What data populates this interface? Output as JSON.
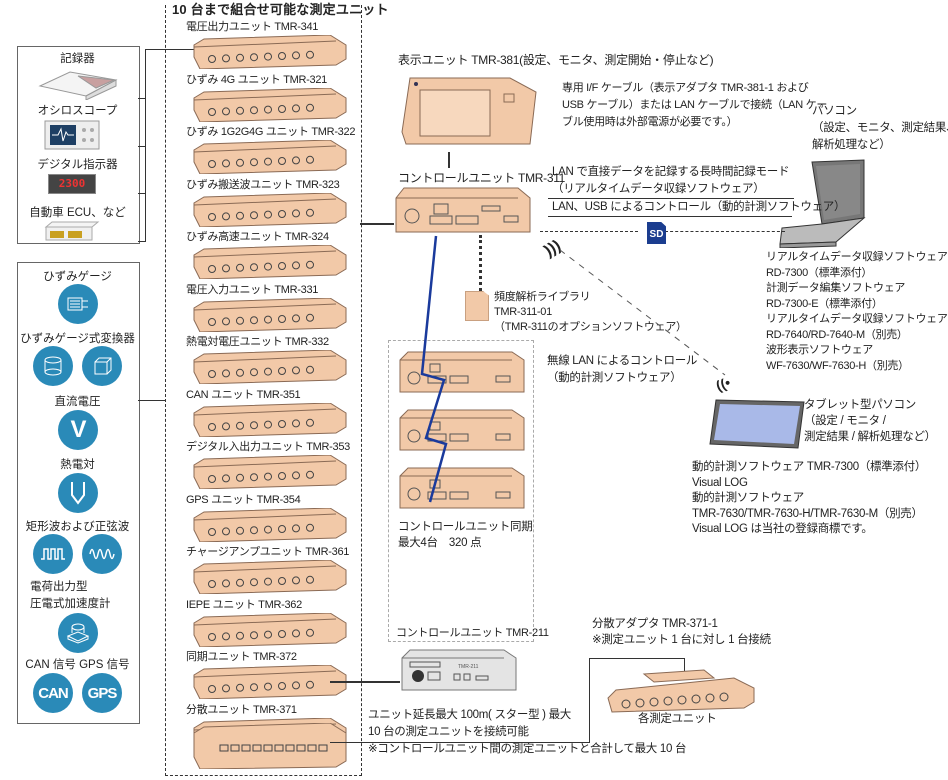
{
  "title": "10 台まで組合せ可能な測定ユニット",
  "outputs_box": {
    "items": [
      {
        "label": "記録器",
        "icon": "recorder-icon"
      },
      {
        "label": "オシロスコープ",
        "icon": "oscilloscope-icon"
      },
      {
        "label": "デジタル指示器",
        "icon": "digital-indicator-icon",
        "display": "2300"
      },
      {
        "label": "自動車 ECU、など",
        "icon": "ecu-icon"
      }
    ]
  },
  "inputs_box": {
    "items": [
      {
        "label": "ひずみゲージ",
        "icon": "strain-gauge-icon"
      },
      {
        "label": "ひずみゲージ式変換器",
        "icon": "strain-transducer-icon"
      },
      {
        "label": "直流電圧",
        "icon": "dc-voltage-icon",
        "glyph": "V"
      },
      {
        "label": "熱電対",
        "icon": "thermocouple-icon"
      },
      {
        "label": "矩形波および正弦波",
        "icon": "wave-icon"
      },
      {
        "label": "電荷出力型",
        "label2": "圧電式加速度計",
        "icon": "accelerometer-icon"
      },
      {
        "label": "CAN 信号  GPS 信号",
        "icon": "can-gps-icon",
        "can": "CAN",
        "gps": "GPS"
      }
    ]
  },
  "units": [
    "電圧出力ユニット TMR-341",
    "ひずみ 4G ユニット TMR-321",
    "ひずみ 1G2G4G ユニット TMR-322",
    "ひずみ搬送波ユニット TMR-323",
    "ひずみ高速ユニット TMR-324",
    "電圧入力ユニット TMR-331",
    "熱電対電圧ユニット TMR-332",
    "CAN ユニット TMR-351",
    "デジタル入出力ユニット TMR-353",
    "GPS ユニット TMR-354",
    "チャージアンプユニット TMR-361",
    "IEPE ユニット TMR-362",
    "同期ユニット TMR-372",
    "分散ユニット TMR-371"
  ],
  "display_unit": {
    "label": "表示ユニット TMR-381(設定、モニタ、測定開始・停止など)"
  },
  "cable_note": [
    "専用 I/F ケーブル（表示アダプタ TMR-381-1 および",
    "USB ケーブル）または LAN ケーブルで接続（LAN ケー",
    "ブル使用時は外部電源が必要です。）"
  ],
  "control_unit_311": {
    "label": "コントロールユニット TMR-311"
  },
  "pc": {
    "label": [
      "パソコン",
      "（設定、モニタ、測定結果、",
      "解析処理など）"
    ]
  },
  "lan_modes": {
    "line1": "LAN で直接データを記録する長時間記録モード",
    "line2": "（リアルタイムデータ収録ソフトウェア）",
    "line3": "LAN、USB によるコントロール（動的計測ソフトウェア）"
  },
  "sd_label": "SD",
  "pc_software": [
    "リアルタイムデータ収録ソフトウェア",
    "RD-7300（標準添付）",
    "計測データ編集ソフトウェア",
    "RD-7300-E（標準添付）",
    "リアルタイムデータ収録ソフトウェア",
    "RD-7640/RD-7640-M（別売）",
    "波形表示ソフトウェア",
    "WF-7630/WF-7630-H（別売）"
  ],
  "freq_library": [
    "頻度解析ライブラリ",
    "TMR-311-01",
    "（TMR-311のオプションソフトウェア）"
  ],
  "wireless": [
    "無線 LAN によるコントロール",
    "（動的計測ソフトウェア）"
  ],
  "tablet": {
    "label": [
      "タブレット型パソコン",
      "（設定 / モニタ /",
      "測定結果 / 解析処理など）"
    ]
  },
  "tablet_software": [
    "動的計測ソフトウェア TMR-7300（標準添付）",
    "Visual LOG",
    "動的計測ソフトウェア",
    "TMR-7630/TMR-7630-H/TMR-7630-M（別売）",
    "Visual LOG は当社の登録商標です。"
  ],
  "sync": [
    "コントロールユニット同期",
    "最大4台　320 点"
  ],
  "control_unit_211": {
    "label": "コントロールユニット TMR-211",
    "panel_text": "TMR-211"
  },
  "extension_note": [
    "ユニット延長最大 100m( スター型 ) 最大",
    "10 台の測定ユニットを接続可能",
    "※コントロールユニット間の測定ユニットと合計して最大 10 台"
  ],
  "adapter": [
    "分散アダプタ TMR-371-1",
    "※測定ユニット 1 台に対し 1 台接続"
  ],
  "each_unit": "各測定ユニット",
  "colors": {
    "unit_body": "#f2c9a8",
    "unit_stroke": "#8a6a55",
    "icon_blue": "#2a8ab8",
    "sync_cable": "#1a3a9c",
    "sd_blue": "#1b3d8f",
    "tablet_screen": "#a9b9e8",
    "control211": "#e4e4e4"
  }
}
